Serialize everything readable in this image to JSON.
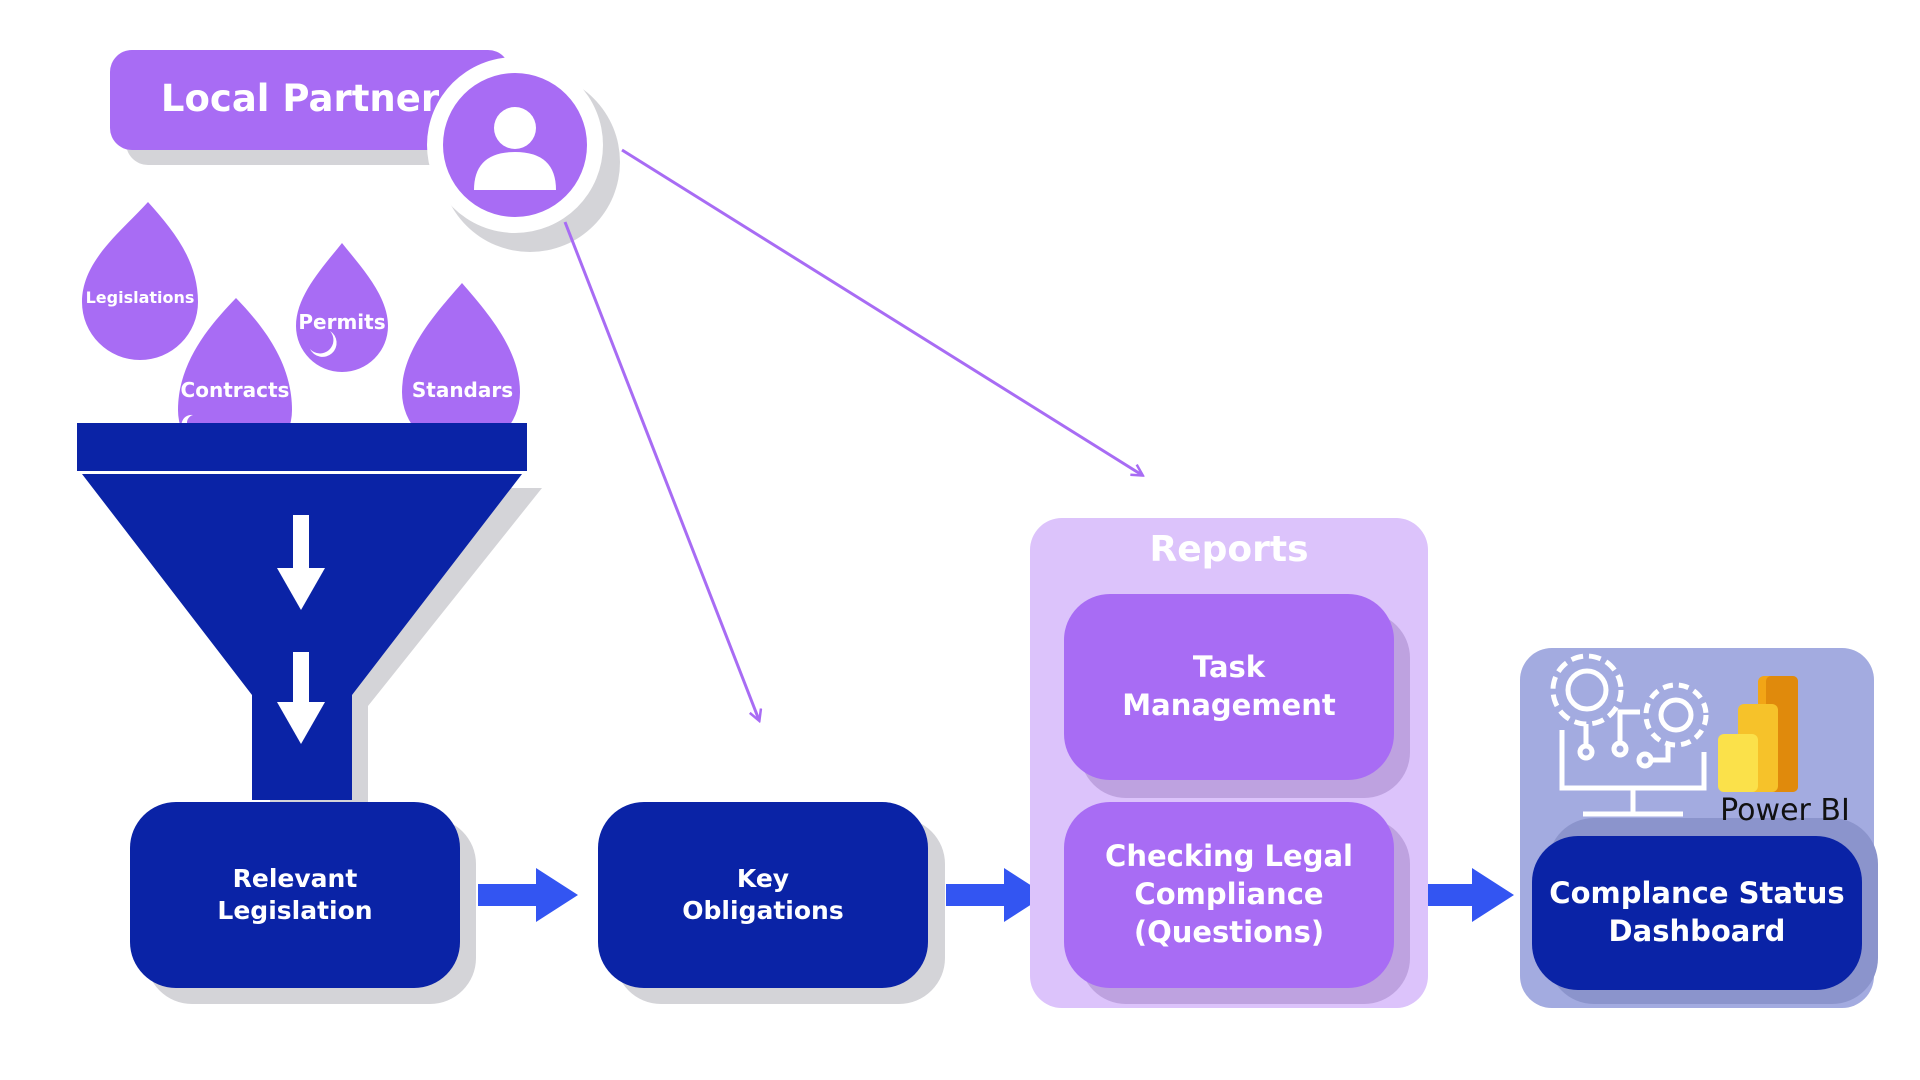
{
  "partner": {
    "label": "Local Partner",
    "icon": "user-icon"
  },
  "sources": [
    {
      "label": "Legislations"
    },
    {
      "label": "Permits"
    },
    {
      "label": "Contracts"
    },
    {
      "label": "Standars"
    }
  ],
  "flow": {
    "relevant": "Relevant\nLegislation",
    "key": "Key\nObligations"
  },
  "reports": {
    "title": "Reports",
    "task": "Task\nManagement",
    "checking": "Checking Legal\nCompliance\n(Questions)"
  },
  "dashboard": {
    "label": "Complance Status\nDashboard",
    "brand": "Power BI",
    "icons": [
      "gear-monitor-icon",
      "power-bi-icon"
    ]
  },
  "colors": {
    "navy": "#0a23a6",
    "purple": "#a86cf4",
    "lavender": "#dcc3fb",
    "dashboard_bg": "#a3abe0",
    "arrow_blue": "#3355f2",
    "line_purple": "#a86cf4"
  }
}
